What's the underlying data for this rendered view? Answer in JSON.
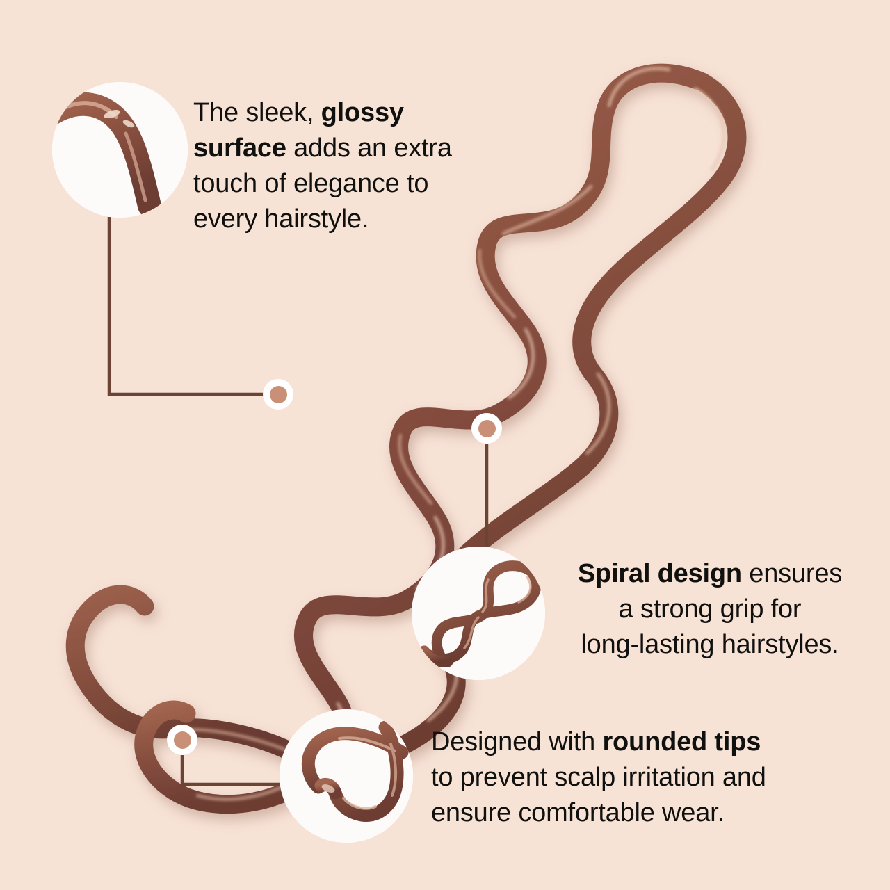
{
  "page": {
    "title": "Spiral Hair Pin Product Features",
    "background_color": "#f7e2d6",
    "text_color": "#10100f",
    "product_color": "#8c5241",
    "product_highlight_color": "#a8674f",
    "marker_ring_color": "#ffffff",
    "marker_core_color": "#c99077",
    "connector_line_color": "#6b4436",
    "magnifier_background": "#ffffff"
  },
  "features": [
    {
      "id": "glossy-surface",
      "text_plain": "The sleek, glossy surface adds an extra touch of elegance to every hairstyle.",
      "lines": [
        [
          {
            "text": "The sleek, ",
            "bold": false
          },
          {
            "text": "glossy",
            "bold": true
          }
        ],
        [
          {
            "text": "surface",
            "bold": true
          },
          {
            "text": " adds an extra",
            "bold": false
          }
        ],
        [
          {
            "text": "touch of elegance to",
            "bold": false
          }
        ],
        [
          {
            "text": "every hairstyle.",
            "bold": false
          }
        ]
      ],
      "align": "left",
      "magnifier_label": "glossy-surface-closeup",
      "marker_label": "glossy-surface-marker"
    },
    {
      "id": "spiral-design",
      "text_plain": "Spiral design ensures a strong grip for long-lasting hairstyles.",
      "lines": [
        [
          {
            "text": "Spiral design",
            "bold": true
          },
          {
            "text": " ensures",
            "bold": false
          }
        ],
        [
          {
            "text": "a strong grip for",
            "bold": false
          }
        ],
        [
          {
            "text": "long-lasting hairstyles.",
            "bold": false
          }
        ]
      ],
      "align": "center",
      "magnifier_label": "spiral-design-closeup",
      "marker_label": "spiral-design-marker"
    },
    {
      "id": "rounded-tips",
      "text_plain": "Designed with rounded tips to prevent scalp irritation and ensure comfortable wear.",
      "lines": [
        [
          {
            "text": "Designed with ",
            "bold": false
          },
          {
            "text": "rounded tips",
            "bold": true
          }
        ],
        [
          {
            "text": "to prevent scalp irritation and",
            "bold": false
          }
        ],
        [
          {
            "text": "ensure comfortable wear.",
            "bold": false
          }
        ]
      ],
      "align": "left",
      "magnifier_label": "rounded-tips-closeup",
      "marker_label": "rounded-tips-marker"
    }
  ],
  "product": {
    "name": "spiral hair pin",
    "description": "Brown glossy double-helix spiral hair pin with rounded tips, running diagonally from upper right to lower left"
  }
}
